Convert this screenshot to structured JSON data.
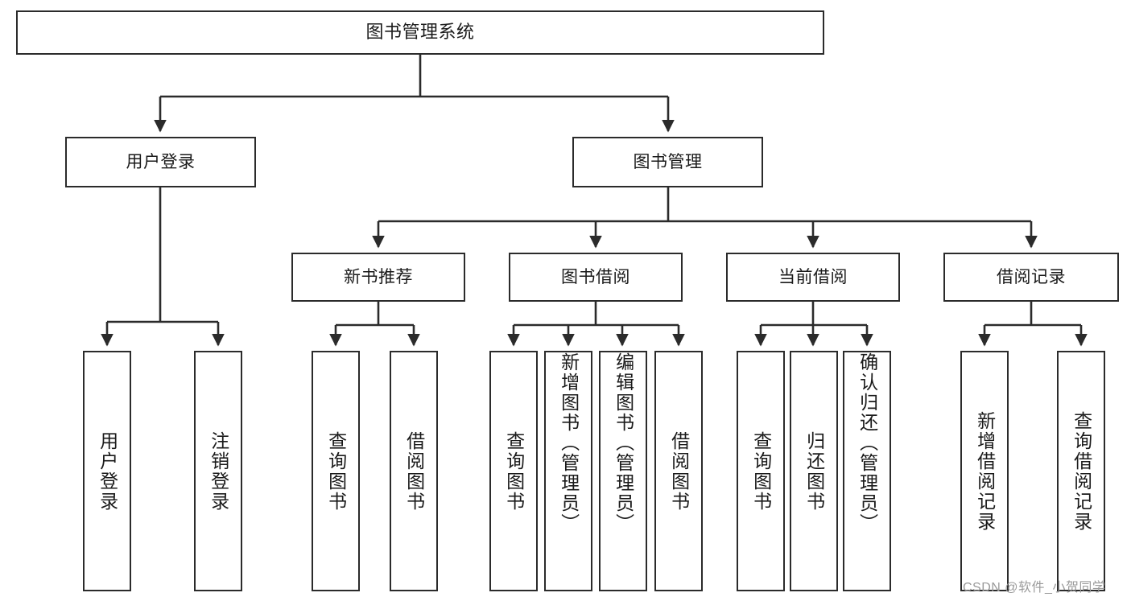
{
  "diagram": {
    "title": "图书管理系统",
    "type": "tree-hierarchy",
    "watermark": "CSDN @软件_小贺同学",
    "colors": {
      "background": "#ffffff",
      "box_border": "#2b2b2b",
      "box_fill": "#ffffff",
      "text": "#1a1a1a",
      "edge": "#2b2b2b",
      "watermark": "#9a9a9a"
    },
    "root": {
      "label": "图书管理系统"
    },
    "level2": [
      {
        "label": "用户登录"
      },
      {
        "label": "图书管理"
      }
    ],
    "level3": [
      {
        "label": "新书推荐"
      },
      {
        "label": "图书借阅"
      },
      {
        "label": "当前借阅"
      },
      {
        "label": "借阅记录"
      }
    ],
    "leaves": {
      "user_login": [
        {
          "label": "用户登录"
        },
        {
          "label": "注销登录"
        }
      ],
      "new_book_recommend": [
        {
          "label": "查询图书"
        },
        {
          "label": "借阅图书"
        }
      ],
      "book_borrow": [
        {
          "label": "查询图书"
        },
        {
          "label": "新增图书（管理员）"
        },
        {
          "label": "编辑图书（管理员）"
        },
        {
          "label": "借阅图书"
        }
      ],
      "current_borrow": [
        {
          "label": "查询图书"
        },
        {
          "label": "归还图书"
        },
        {
          "label": "确认归还（管理员）"
        }
      ],
      "borrow_record": [
        {
          "label": "新增借阅记录"
        },
        {
          "label": "查询借阅记录"
        }
      ]
    }
  }
}
